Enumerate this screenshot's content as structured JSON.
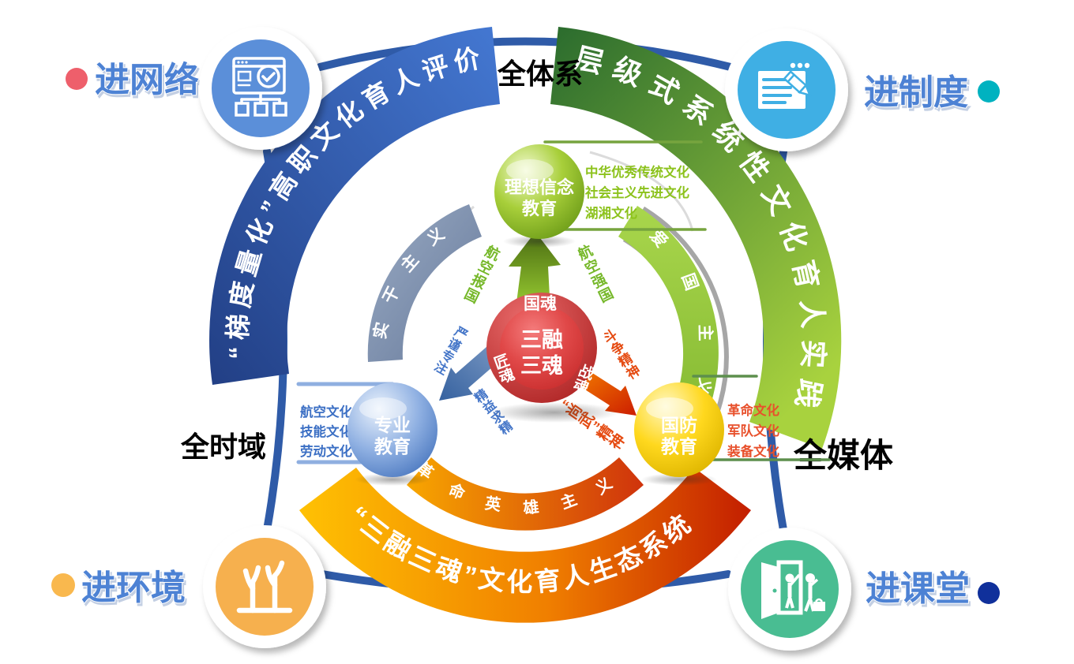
{
  "diagram": {
    "background": "#ffffff",
    "scope_labels": {
      "top": "全体系",
      "left": "全时域",
      "right": "全媒体"
    },
    "outer_arcs": [
      {
        "id": "evaluation",
        "text": "“梯度量化”高职文化育人评价",
        "color_start": "#223f85",
        "color_end": "#4478d2"
      },
      {
        "id": "practice",
        "text": "层级式系统性文化育人实践",
        "color_start": "#2a6b2e",
        "color_end": "#a8d23e"
      },
      {
        "id": "ecosystem",
        "text": "“三融三魂”文化育人生态系统",
        "color_start": "#ffc103",
        "color_end": "#c31e00"
      }
    ],
    "inner_arcs": [
      {
        "id": "pragmatism",
        "text": "实干主义",
        "color": "#8195b4"
      },
      {
        "id": "patriotism",
        "text": "爱国主义",
        "color": "#8fc63f"
      },
      {
        "id": "heroism",
        "text": "革命英雄主义",
        "color": "#f08300"
      }
    ],
    "center": {
      "title_line1": "三融",
      "title_line2": "三魂",
      "soul_top": "国魂",
      "soul_left": "匠魂",
      "soul_right": "战魂",
      "color": "#c62828"
    },
    "circles": {
      "ideal": {
        "line1": "理想信念",
        "line2": "教育",
        "color": "#8bbf1f",
        "cultures": [
          "中华优秀传统文化",
          "社会主义先进文化",
          "湖湘文化"
        ],
        "culture_color": "#8cc21c"
      },
      "professional": {
        "line1": "专业",
        "line2": "教育",
        "color": "#4f7cc4",
        "cultures": [
          "航空文化",
          "技能文化",
          "劳动文化"
        ],
        "culture_color": "#3b6fc4"
      },
      "defense": {
        "line1": "国防",
        "line2": "教育",
        "color": "#e3b800",
        "cultures": [
          "革命文化",
          "军队文化",
          "装备文化"
        ],
        "culture_color": "#e8502b"
      }
    },
    "spirits": {
      "up_left": "航空报国",
      "up_right": "航空强国",
      "left_upper": "严谨专注",
      "left_lower": "精益求精",
      "right_upper": "斗争精神",
      "right_lower": "“尚武”精神"
    },
    "corners": [
      {
        "id": "network",
        "label": "进网络",
        "dot_color": "#ee5f6b",
        "circle_color": "#5b8fd9",
        "icon": "browser-network-icon"
      },
      {
        "id": "institution",
        "label": "进制度",
        "dot_color": "#00b2c0",
        "circle_color": "#3fafe4",
        "icon": "document-edit-icon"
      },
      {
        "id": "environment",
        "label": "进环境",
        "dot_color": "#f9b84e",
        "circle_color": "#f6b04e",
        "icon": "trees-icon"
      },
      {
        "id": "classroom",
        "label": "进课堂",
        "dot_color": "#10309b",
        "circle_color": "#49bd92",
        "icon": "classroom-door-icon"
      }
    ]
  }
}
